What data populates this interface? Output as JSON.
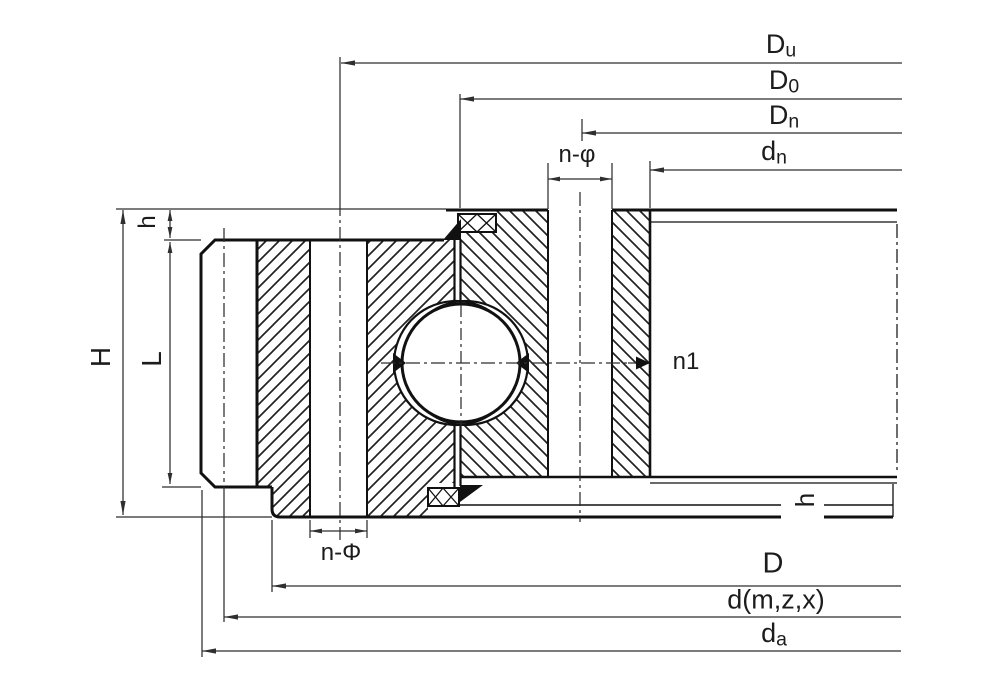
{
  "drawing": {
    "description": "slewing bearing cross-section",
    "labels": {
      "du": {
        "main": "D",
        "sub": "u"
      },
      "d0": {
        "main": "D",
        "sub": "0"
      },
      "dn": {
        "main": "D",
        "sub": "n"
      },
      "dn2": {
        "main": "d",
        "sub": "n"
      },
      "nphi_top": "n-φ",
      "n1": "n1",
      "nphi_bottom": "n-Φ",
      "h_top": "h",
      "H": "H",
      "L": "L",
      "h_bottom": "h",
      "D": "D",
      "d_gear": "d(m,z,x)",
      "da": {
        "main": "d",
        "sub": "a"
      }
    },
    "colors": {
      "line": "#1c1c1c",
      "thin_line": "#2f2f2f",
      "background": "#ffffff"
    }
  }
}
